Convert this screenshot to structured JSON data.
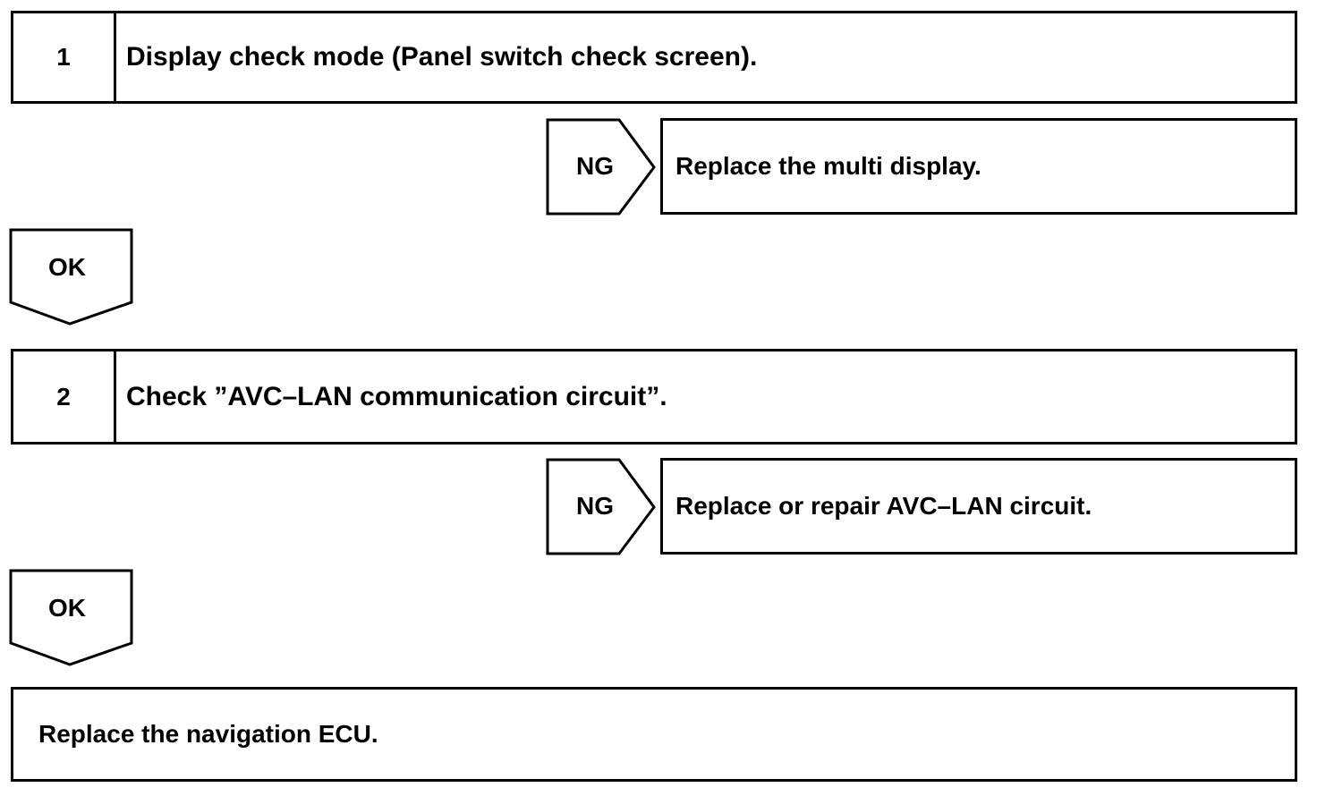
{
  "steps": [
    {
      "number": "1",
      "text": "Display check mode (Panel switch check screen)."
    },
    {
      "number": "2",
      "text": "Check ”AVC–LAN communication circuit”."
    }
  ],
  "ng_results": [
    {
      "label": "NG",
      "text": "Replace the multi display."
    },
    {
      "label": "NG",
      "text": "Replace or repair AVC–LAN circuit."
    }
  ],
  "ok_labels": [
    "OK",
    "OK"
  ],
  "final_action": "Replace the navigation ECU."
}
